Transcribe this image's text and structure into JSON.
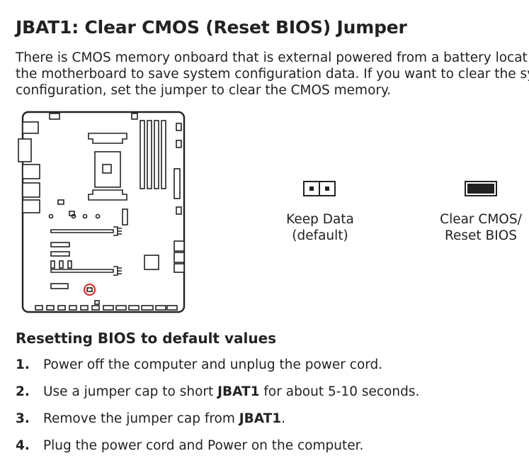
{
  "title": "JBAT1: Clear CMOS (Reset BIOS) Jumper",
  "intro": {
    "line1": "There is CMOS memory onboard that is external powered from a battery locat",
    "line2": "the motherboard to save system configuration data. If you want to clear the sy",
    "line3": "configuration, set the jumper to clear the CMOS memory."
  },
  "jumpers": {
    "keep": {
      "line1": "Keep Data",
      "line2": "(default)"
    },
    "clear": {
      "line1": "Clear CMOS/",
      "line2": "Reset BIOS"
    }
  },
  "section_title": "Resetting BIOS to default values",
  "steps": [
    {
      "num": "1.",
      "pre": "Power off the computer and unplug the power cord.",
      "bold": "",
      "post": ""
    },
    {
      "num": "2.",
      "pre": "Use a jumper cap to short ",
      "bold": "JBAT1",
      "post": " for about 5-10 seconds."
    },
    {
      "num": "3.",
      "pre": "Remove the jumper cap from ",
      "bold": "JBAT1",
      "post": "."
    },
    {
      "num": "4.",
      "pre": "Plug the power cord and Power on the computer.",
      "bold": "",
      "post": ""
    }
  ],
  "colors": {
    "text": "#222222",
    "highlight": "#e0201b"
  }
}
